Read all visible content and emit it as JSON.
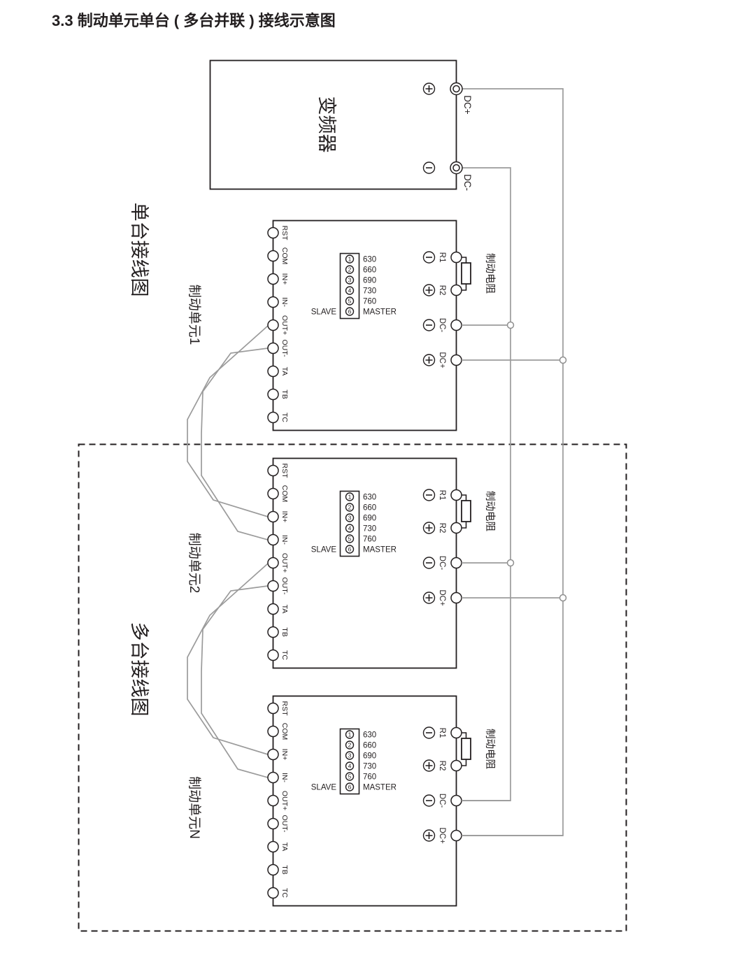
{
  "title": "3.3 制动单元单台 ( 多台并联 ) 接线示意图",
  "colors": {
    "line": "#231f20",
    "wire": "#9b9b9b",
    "background": "#ffffff"
  },
  "sections": {
    "single_label": "单台接线图",
    "multi_label": "多台接线图"
  },
  "inverter": {
    "label": "变频器",
    "terminals": [
      {
        "symbol": "plus",
        "label": "DC+"
      },
      {
        "symbol": "minus",
        "label": "DC-"
      }
    ]
  },
  "units": [
    {
      "label": "制动单元1"
    },
    {
      "label": "制动单元2"
    },
    {
      "label": "制动单元N"
    }
  ],
  "unit_common": {
    "left_terminals": [
      "RST",
      "COM",
      "IN+",
      "IN-",
      "OUT+",
      "OUT-",
      "TA",
      "TB",
      "TC"
    ],
    "dip": {
      "slave_label": "SLAVE",
      "rows": [
        {
          "num": "1",
          "value": "630"
        },
        {
          "num": "2",
          "value": "660"
        },
        {
          "num": "3",
          "value": "690"
        },
        {
          "num": "4",
          "value": "730"
        },
        {
          "num": "5",
          "value": "760"
        },
        {
          "num": "6",
          "value": "MASTER"
        }
      ]
    },
    "right_terminals": [
      {
        "symbol": "minus",
        "label": "R1"
      },
      {
        "symbol": "plus",
        "label": "R2"
      },
      {
        "symbol": "minus",
        "label": "DC-"
      },
      {
        "symbol": "plus",
        "label": "DC+"
      }
    ],
    "resistor_label": "制动电阻"
  }
}
